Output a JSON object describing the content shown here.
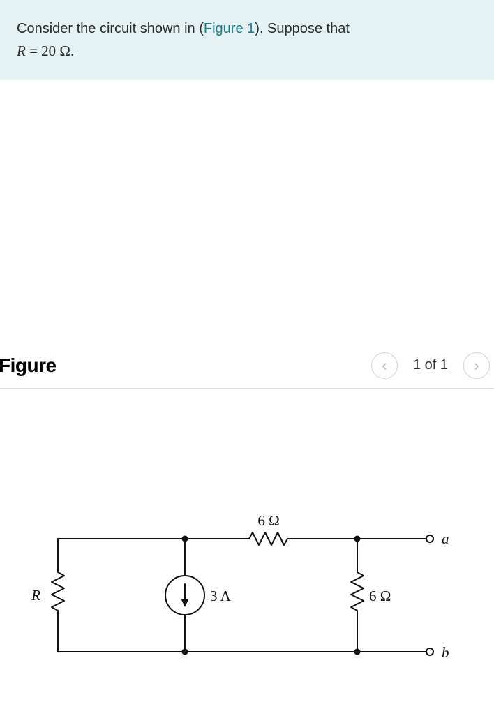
{
  "problem": {
    "line1_prefix": "Consider the circuit shown in (",
    "figure_link": "Figure 1",
    "line1_suffix": "). Suppose that",
    "math_r": "R",
    "math_rest": " = 20 Ω."
  },
  "figure_panel": {
    "title": "Figure",
    "page_indicator": "1 of 1",
    "prev_icon": "‹",
    "next_icon": "›"
  },
  "circuit": {
    "left_resistor_label": "R",
    "top_resistor_label": "6 Ω",
    "current_source_label": "3 A",
    "right_resistor_label": "6 Ω",
    "terminal_a_label": "a",
    "terminal_b_label": "b"
  },
  "colors": {
    "header_bg": "#e4f2f4",
    "link": "#1b7b8e",
    "divider": "#dddddd",
    "wire": "#111111"
  }
}
